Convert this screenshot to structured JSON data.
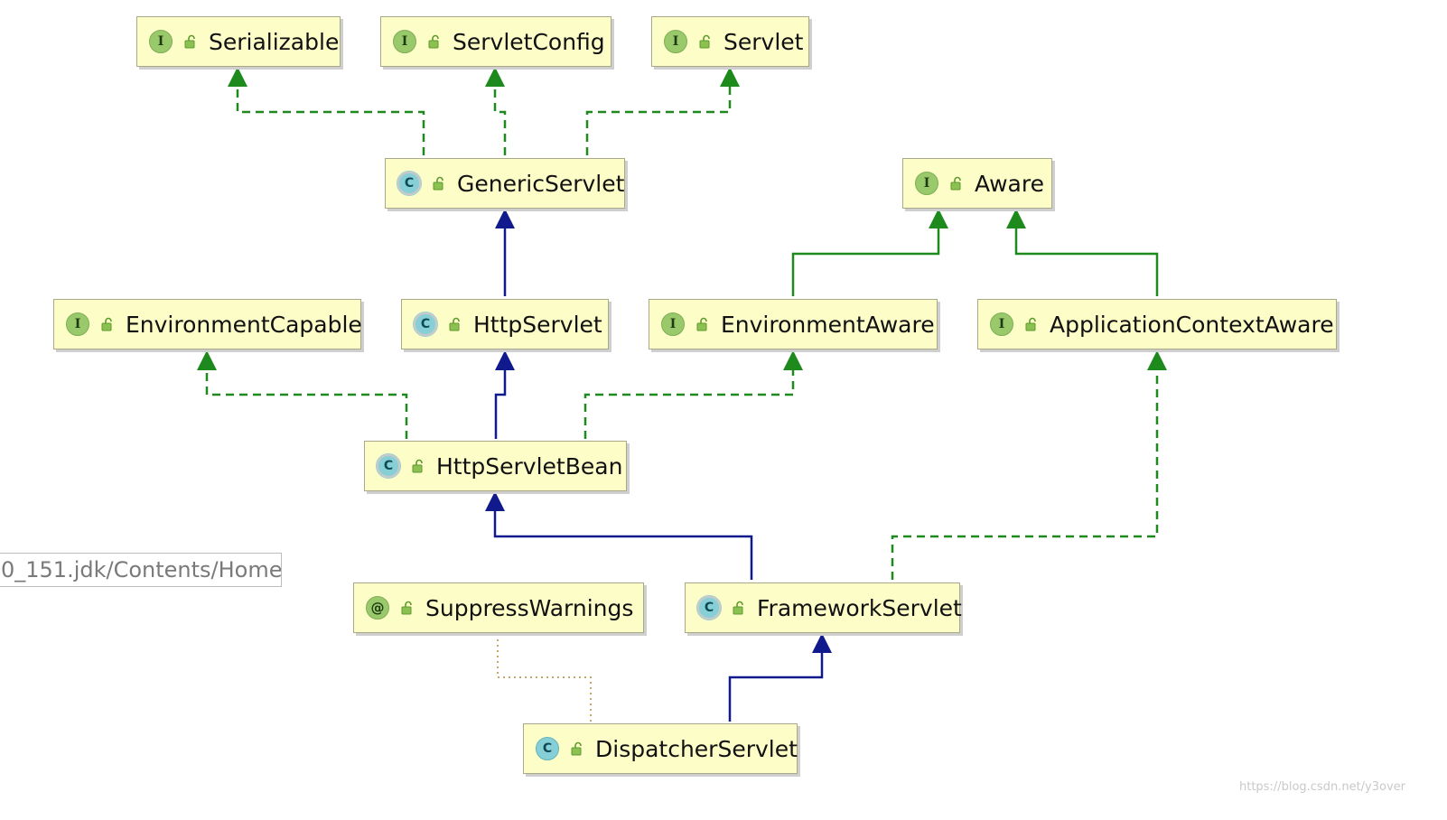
{
  "nodes": {
    "serializable": {
      "label": "Serializable",
      "kind_glyph": "I",
      "kind": "interface"
    },
    "servlet_config": {
      "label": "ServletConfig",
      "kind_glyph": "I",
      "kind": "interface"
    },
    "servlet": {
      "label": "Servlet",
      "kind_glyph": "I",
      "kind": "interface"
    },
    "generic_servlet": {
      "label": "GenericServlet",
      "kind_glyph": "C",
      "kind": "abstract-class"
    },
    "aware": {
      "label": "Aware",
      "kind_glyph": "I",
      "kind": "interface"
    },
    "environment_capable": {
      "label": "EnvironmentCapable",
      "kind_glyph": "I",
      "kind": "interface"
    },
    "http_servlet": {
      "label": "HttpServlet",
      "kind_glyph": "C",
      "kind": "abstract-class"
    },
    "environment_aware": {
      "label": "EnvironmentAware",
      "kind_glyph": "I",
      "kind": "interface"
    },
    "application_context_aware": {
      "label": "ApplicationContextAware",
      "kind_glyph": "I",
      "kind": "interface"
    },
    "http_servlet_bean": {
      "label": "HttpServletBean",
      "kind_glyph": "C",
      "kind": "abstract-class"
    },
    "suppress_warnings": {
      "label": "SuppressWarnings",
      "kind_glyph": "@",
      "kind": "annotation"
    },
    "framework_servlet": {
      "label": "FrameworkServlet",
      "kind_glyph": "C",
      "kind": "abstract-class"
    },
    "dispatcher_servlet": {
      "label": "DispatcherServlet",
      "kind_glyph": "C",
      "kind": "class"
    }
  },
  "path_fragment": "0_151.jdk/Contents/Home",
  "watermark": "https://blog.csdn.net/y3over",
  "colors": {
    "implements": "#1e8a1e",
    "extends": "#101a8c",
    "annotation_link": "#b58a3a",
    "node_fill": "#fdfdc8",
    "node_border": "#a9a98a"
  },
  "icons": {
    "interface": "interface-icon",
    "class": "class-icon",
    "annotation": "annotation-icon",
    "visibility": "public-visibility-icon"
  }
}
